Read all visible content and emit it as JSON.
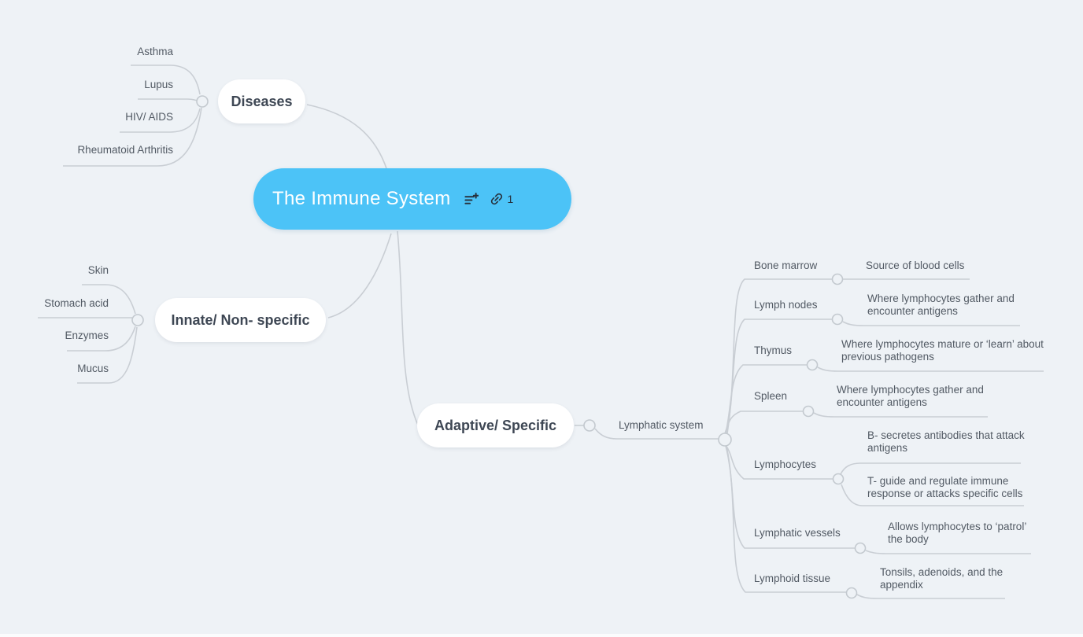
{
  "colors": {
    "background": "#eef2f6",
    "root_node_blue": "#4cc3f7",
    "connector_line": "#c9ced4",
    "node_text_dark": "#3e4754",
    "topic_text_gray": "#525a64",
    "icon_dark": "#26303c"
  },
  "root": {
    "label": "The Immune System",
    "link_count": "1",
    "icons": [
      "add-notes-icon",
      "link-icon"
    ]
  },
  "branches": {
    "diseases": {
      "label": "Diseases",
      "children": [
        "Asthma",
        "Lupus",
        "HIV/ AIDS",
        "Rheumatoid Arthritis"
      ]
    },
    "innate": {
      "label": "Innate/ Non- specific",
      "children": [
        "Skin",
        "Stomach acid",
        "Enzymes",
        "Mucus"
      ]
    },
    "adaptive": {
      "label": "Adaptive/ Specific",
      "child_label": "Lymphatic system"
    }
  },
  "lymphatic_items": [
    {
      "label": "Bone marrow",
      "desc_lines": [
        "Source of blood cells"
      ]
    },
    {
      "label": "Lymph nodes",
      "desc_lines": [
        "Where lymphocytes gather and",
        "encounter antigens"
      ]
    },
    {
      "label": "Thymus",
      "desc_lines": [
        "Where lymphocytes mature or ‘learn’ about",
        "previous pathogens"
      ]
    },
    {
      "label": "Spleen",
      "desc_lines": [
        "Where lymphocytes gather and",
        "encounter antigens"
      ]
    },
    {
      "label": "Lymphocytes",
      "descs": [
        {
          "lines": [
            "B- secretes antibodies that attack",
            "antigens"
          ]
        },
        {
          "lines": [
            "T- guide and regulate immune",
            "response or attacks specific cells"
          ]
        }
      ]
    },
    {
      "label": "Lymphatic vessels",
      "desc_lines": [
        "Allows lymphocytes to ‘patrol’",
        "the body"
      ]
    },
    {
      "label": "Lymphoid tissue",
      "desc_lines": [
        "Tonsils, adenoids, and the",
        "appendix"
      ]
    }
  ]
}
